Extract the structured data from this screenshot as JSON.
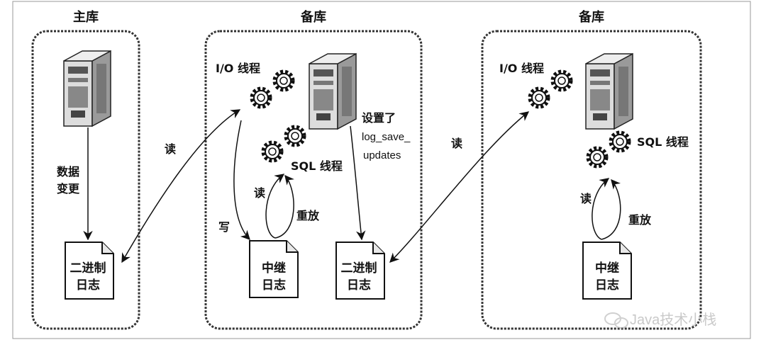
{
  "panels": {
    "master": {
      "title": "主库"
    },
    "replica1": {
      "title": "备库"
    },
    "replica2": {
      "title": "备库"
    }
  },
  "master": {
    "data_change": [
      "数据",
      "变更"
    ],
    "binlog": [
      "二进制",
      "日志"
    ]
  },
  "replica1": {
    "io_thread": "I/O 线程",
    "sql_thread": "SQL 线程",
    "read_arrow": "读",
    "write_arrow": "写",
    "sql_read": "读",
    "replay": "重放",
    "relay_log": [
      "中继",
      "日志"
    ],
    "setting": [
      "设置了",
      "log_save_",
      "updates"
    ],
    "binlog": [
      "二进制",
      "日志"
    ]
  },
  "replica2": {
    "io_thread": "I/O 线程",
    "sql_thread": "SQL 线程",
    "read_arrow": "读",
    "sql_read": "读",
    "replay": "重放",
    "relay_log": [
      "中继",
      "日志"
    ]
  },
  "watermark": "Java技术小栈",
  "icons": [
    "server-icon",
    "gear-icon",
    "document-icon",
    "wechat-icon"
  ]
}
